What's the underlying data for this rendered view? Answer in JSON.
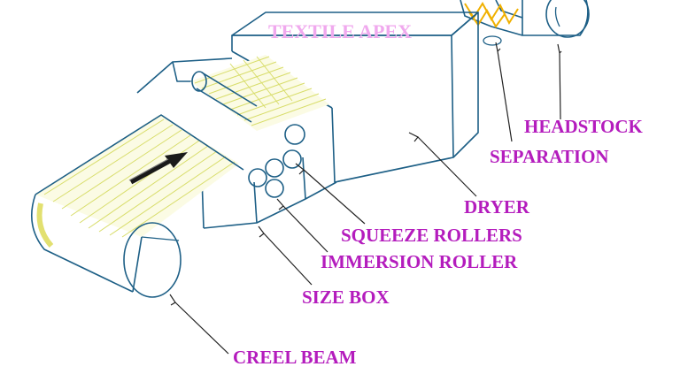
{
  "watermark": "TEXTILE APEX",
  "labels": {
    "headstock": "HEADSTOCK",
    "separation": "SEPARATION",
    "dryer": "DRYER",
    "squeeze_rollers": "SQUEEZE ROLLERS",
    "immersion_roller": "IMMERSION ROLLER",
    "size_box": "SIZE BOX",
    "creel_beam": "CREEL BEAM"
  },
  "colors": {
    "label": "#b41cbd",
    "watermark": "#f0a9ee",
    "outline": "#1d5f86",
    "yarn": "#d8dd6a",
    "separation_yarn": "#f0b000"
  }
}
